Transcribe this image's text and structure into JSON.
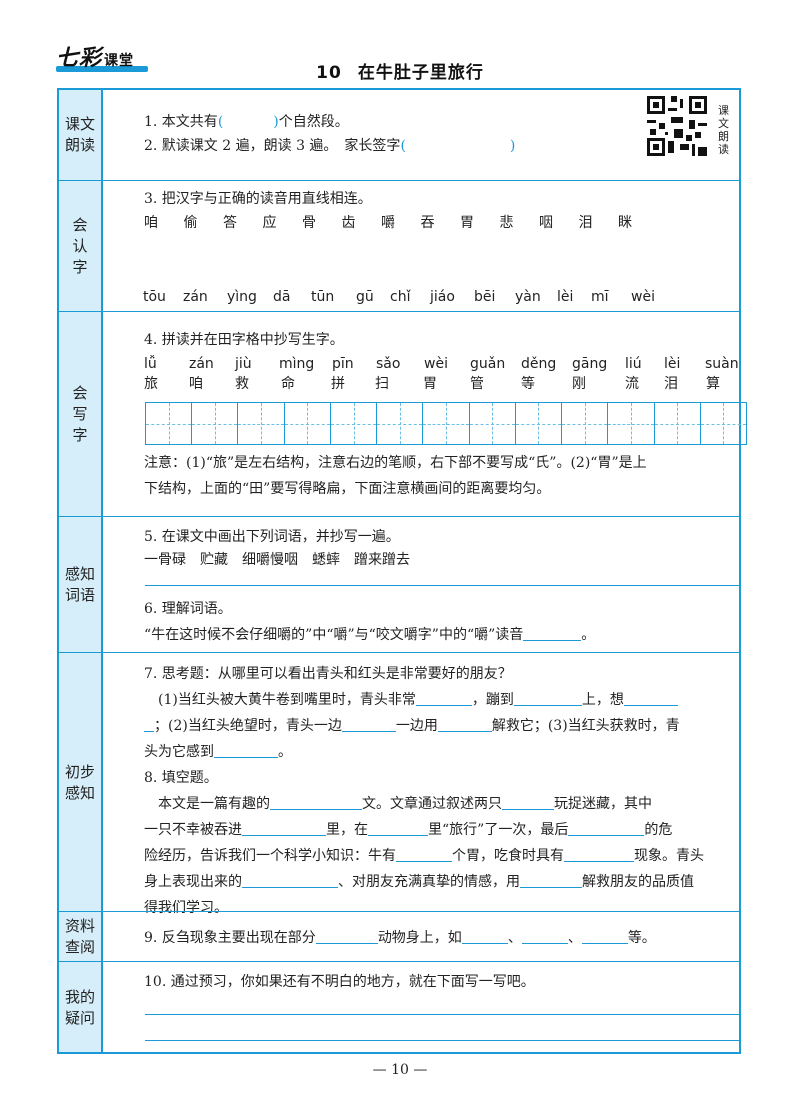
{
  "brand": {
    "name": "七彩",
    "suffix": "课堂"
  },
  "lesson": {
    "number": "10",
    "title": "在牛肚子里旅行"
  },
  "page_number": "— 10 —",
  "qr_label": [
    "课",
    "文",
    "朗",
    "读"
  ],
  "sections": {
    "read": {
      "label": "课文朗读",
      "q1_pre": "1. 本文共有",
      "q1_post": "个自然段。",
      "q2": "2. 默读课文 2 遍，朗读 3 遍。　家长签字",
      "lp": "(",
      "rp": ")"
    },
    "recognize": {
      "label": "会认字",
      "q3": "3. 把汉字与正确的读音用直线相连。",
      "chars": [
        "咱",
        "偷",
        "答",
        "应",
        "骨",
        "齿",
        "嚼",
        "吞",
        "胃",
        "悲",
        "咽",
        "泪",
        "眯"
      ],
      "pinyin": [
        "tōu",
        "zán",
        "yìng",
        "dā",
        "tūn",
        "gū",
        "chǐ",
        "jiáo",
        "bēi",
        "yàn",
        "lèi",
        "mī",
        "wèi"
      ]
    },
    "write": {
      "label": "会写字",
      "q4": "4. 拼读并在田字格中抄写生字。",
      "pinyin": [
        "lǚ",
        "zán",
        "jiù",
        "mìng",
        "pīn",
        "sǎo",
        "wèi",
        "guǎn",
        "děng",
        "gāng",
        "liú",
        "lèi",
        "suàn"
      ],
      "chars": [
        "旅",
        "咱",
        "救",
        "命",
        "拼",
        "扫",
        "胃",
        "管",
        "等",
        "刚",
        "流",
        "泪",
        "算"
      ],
      "note_line1": "注意：(1)“旅”是左右结构，注意右边的笔顺，右下部不要写成“氏”。(2)“胃”是上",
      "note_line2": "下结构，上面的“田”要写得略扁，下面注意横画间的距离要均匀。"
    },
    "words": {
      "label": "感知词语",
      "q5": "5. 在课文中画出下列词语，并抄写一遍。",
      "words": "一骨碌　贮藏　细嚼慢咽　蟋蟀　蹭来蹭去",
      "q6": "6. 理解词语。",
      "q6_text": "“牛在这时候不会仔细嚼的”中“嚼”与“咬文嚼字”中的“嚼”读音",
      "q6_end": "。"
    },
    "understand": {
      "label": "初步感知",
      "q7": "7. 思考题：从哪里可以看出青头和红头是非常要好的朋友？",
      "q7_l1_a": "(1)当红头被大黄牛卷到嘴里时，青头非常",
      "q7_l1_b": "，蹦到",
      "q7_l1_c": "上，想",
      "q7_l2_a": "；(2)当红头绝望时，青头一边",
      "q7_l2_b": "一边用",
      "q7_l2_c": "解救它；(3)当红头获救时，青",
      "q7_l3_a": "头为它感到",
      "q7_l3_b": "。",
      "q8": "8. 填空题。",
      "q8_l1_a": "本文是一篇有趣的",
      "q8_l1_b": "文。文章通过叙述两只",
      "q8_l1_c": "玩捉迷藏，其中",
      "q8_l2_a": "一只不幸被吞进",
      "q8_l2_b": "里，在",
      "q8_l2_c": "里“旅行”了一次，最后",
      "q8_l2_d": "的危",
      "q8_l3_a": "险经历，告诉我们一个科学小知识：牛有",
      "q8_l3_b": "个胃，吃食时具有",
      "q8_l3_c": "现象。青头",
      "q8_l4_a": "身上表现出来的",
      "q8_l4_b": "、对朋友充满真挚的情感，用",
      "q8_l4_c": "解救朋友的品质值",
      "q8_l5": "得我们学习。"
    },
    "reference": {
      "label": "资料查阅",
      "q9_a": "9. 反刍现象主要出现在部分",
      "q9_b": "动物身上，如",
      "q9_sep": "、",
      "q9_end": "等。"
    },
    "questions": {
      "label": "我的疑问",
      "q10": "10. 通过预习，你如果还有不明白的地方，就在下面写一写吧。"
    }
  },
  "colors": {
    "accent": "#1a9bd7",
    "label_bg": "#d6eef9"
  }
}
